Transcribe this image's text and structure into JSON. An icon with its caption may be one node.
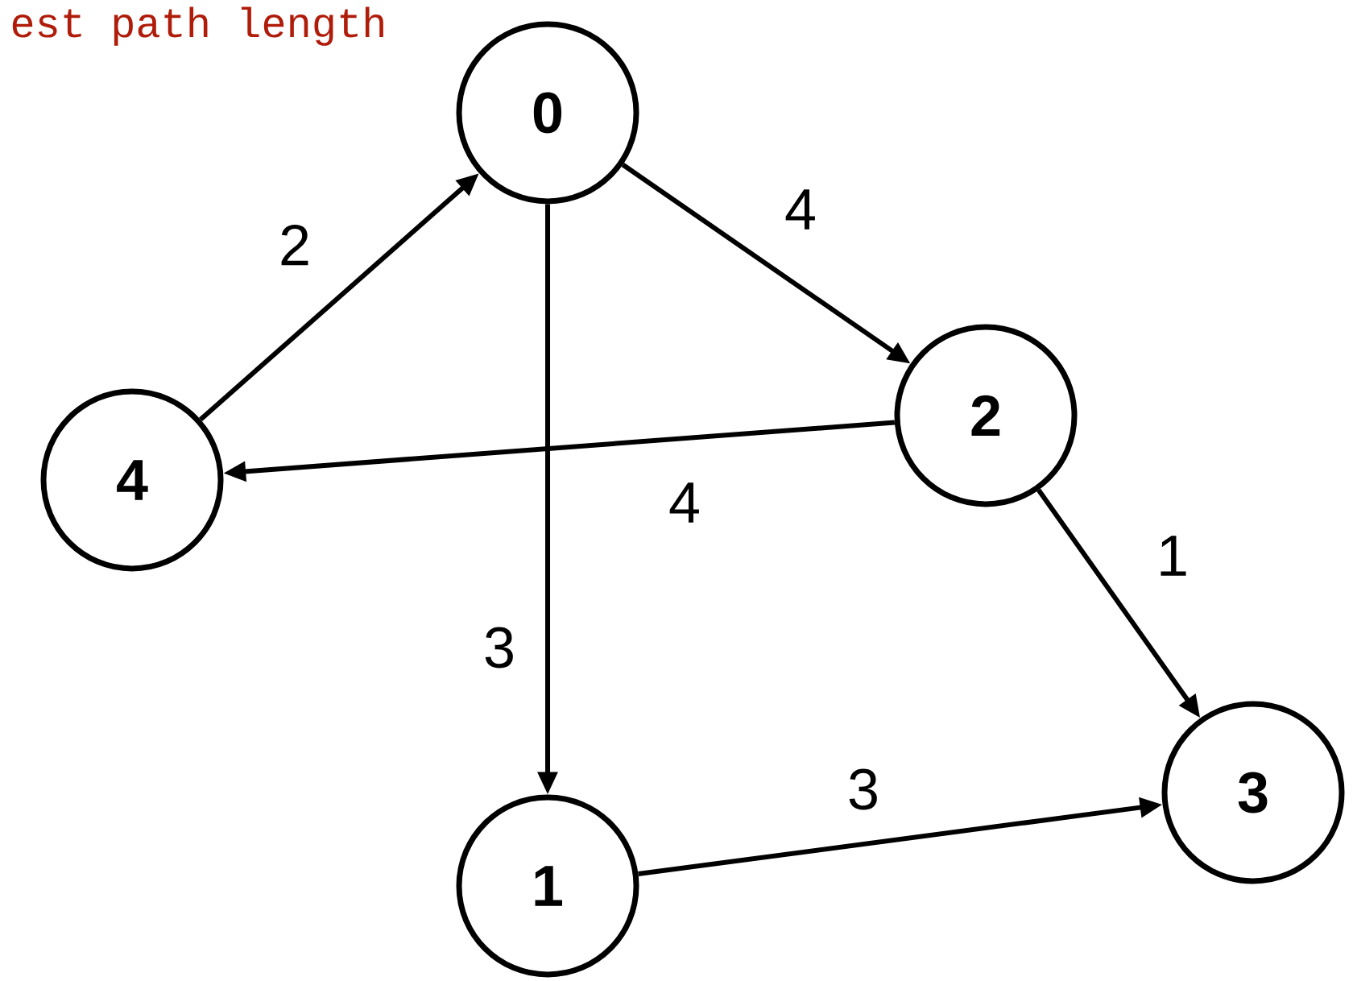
{
  "diagram": {
    "title": "est path length",
    "nodes": [
      {
        "text": [
          "0"
        ]
      },
      {
        "text": [
          "1"
        ]
      },
      {
        "text": [
          "2"
        ]
      },
      {
        "text": [
          "3"
        ]
      },
      {
        "text": [
          "4"
        ]
      }
    ],
    "edges": [
      {
        "from": 4,
        "to": 0,
        "arrow": "to",
        "label": "2"
      },
      {
        "from": 0,
        "to": 2,
        "arrow": "to",
        "label": "4"
      },
      {
        "from": 2,
        "to": 4,
        "arrow": "to",
        "label": "4"
      },
      {
        "from": 0,
        "to": 1,
        "arrow": "to",
        "label": "3"
      },
      {
        "from": 2,
        "to": 3,
        "arrow": "to",
        "label": "1"
      },
      {
        "from": 1,
        "to": 3,
        "arrow": "to",
        "label": "3"
      }
    ]
  }
}
